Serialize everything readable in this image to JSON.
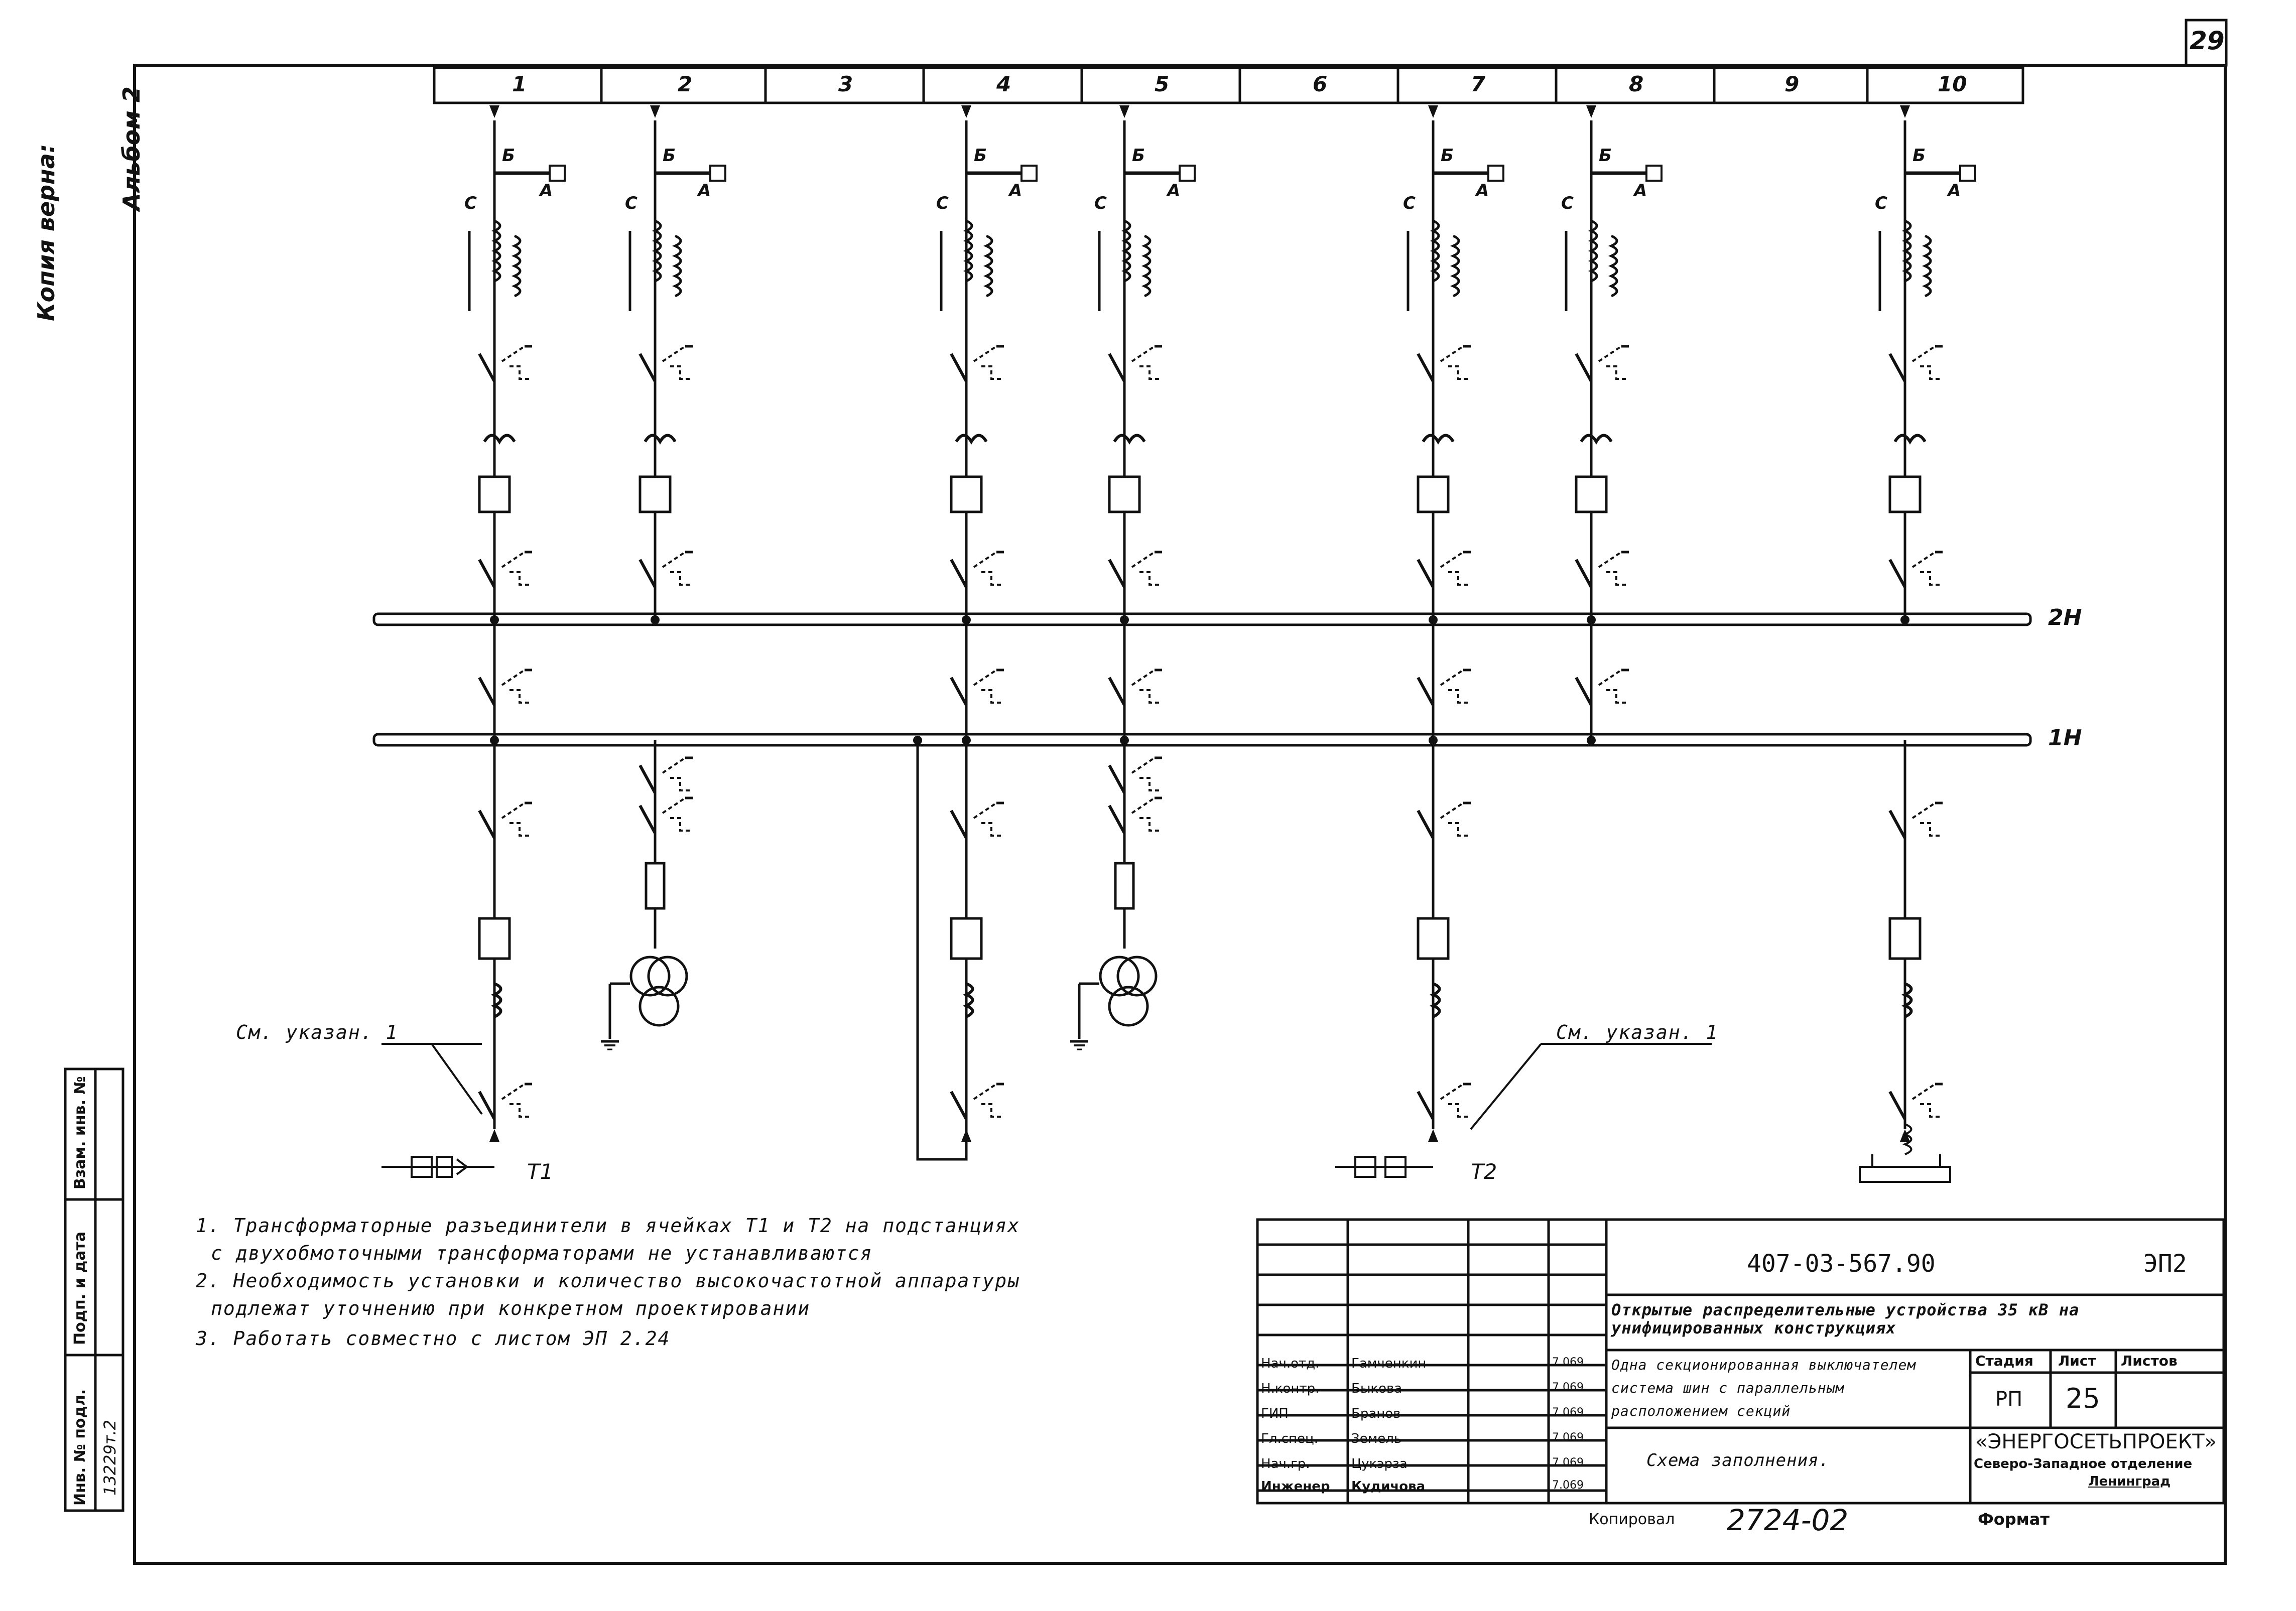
{
  "sheet": {
    "page_number": "29",
    "side_stamp": "Копия верна: ",
    "album": "Альбом 2",
    "cells": [
      "1",
      "2",
      "3",
      "4",
      "5",
      "6",
      "7",
      "8",
      "9",
      "10"
    ],
    "bus_labels": [
      "2Н",
      "1Н"
    ],
    "device_labels": {
      "b": "Б",
      "a": "А",
      "c": "С"
    },
    "transformers": [
      "Т1",
      "Т2"
    ],
    "callouts": [
      "См. указан. 1",
      "См. указан. 1"
    ]
  },
  "notes": [
    "1. Трансформаторные разъединители в ячейках Т1 и Т2 на подстанциях",
    "с двухобмоточными трансформаторами не устанавливаются",
    "2. Необходимость установки и количество высокочастотной аппаратуры",
    "подлежат уточнению при конкретном проектировании",
    "3. Работать совместно с листом ЭП 2.24"
  ],
  "left_stamp": {
    "labels": [
      "Взам. инв. №",
      "Подп. и дата",
      "Инв. № подл."
    ],
    "inv_number": "13229т.2"
  },
  "title_block": {
    "code": "407-03-567.90",
    "sheet_code": "ЭП2",
    "project_title": "Открытые распределительные устройства 35 кВ на унифицированных конструкциях",
    "drawing_title": "Одна секционированная выключателем система шин с параллельным расположением секций",
    "drawing_name": "Схема заполнения.",
    "roles": [
      "Нач.отд.",
      "Н.контр.",
      "ГИП",
      "Гл.спец.",
      "Нач.гр.",
      "Инженер"
    ],
    "names": [
      "Гамченкин",
      "Быкова",
      "Бранов",
      "Земель",
      "Цукэрза",
      "Кудичова"
    ],
    "dates": [
      "7.069",
      "7.069",
      "7.069",
      "7.069",
      "7.069",
      "7.069"
    ],
    "stage_header": "Стадия",
    "sheet_header": "Лист",
    "sheets_header": "Листов",
    "stage": "РП",
    "sheet": "25",
    "org_name": "«ЭНЕРГОСЕТЬПРОЕКТ»",
    "org_branch": "Северо-Западное отделение",
    "org_city": "Ленинград",
    "copy_label": "Копировал",
    "copy_number": "2724-02",
    "format_label": "Формат"
  }
}
